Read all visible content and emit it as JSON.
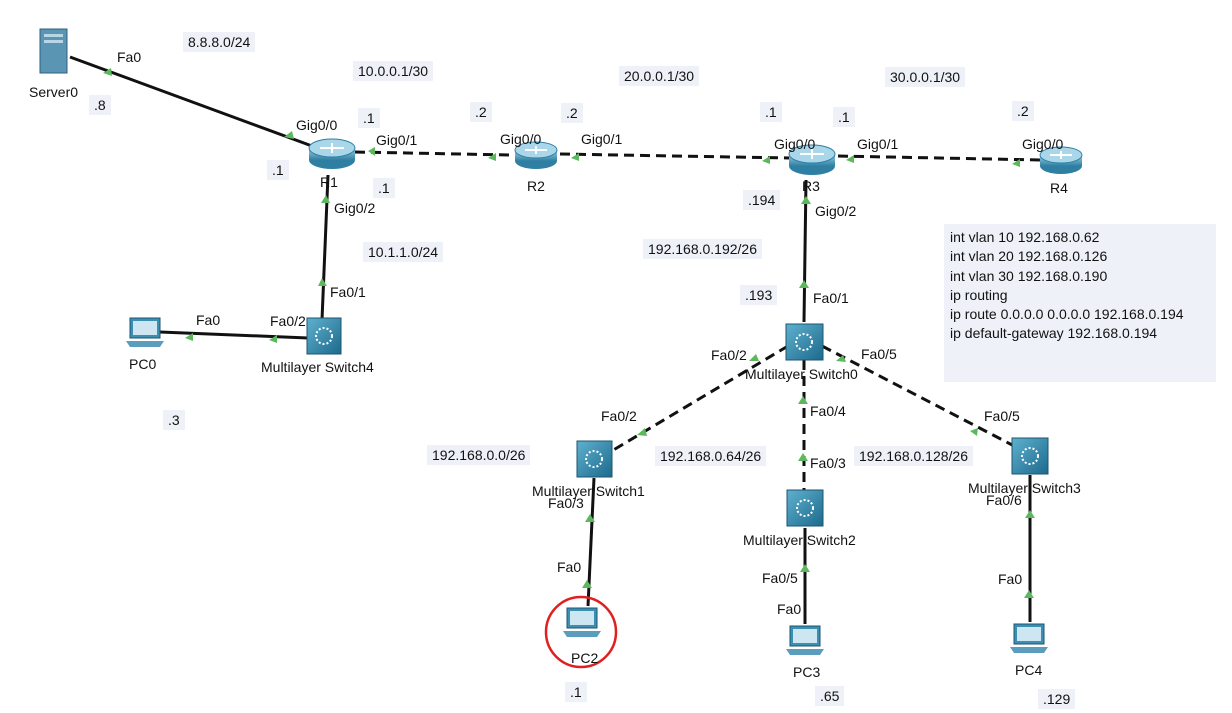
{
  "devices": {
    "server0": "Server0",
    "r1": "R1",
    "r2": "R2",
    "r3": "R3",
    "r4": "R4",
    "pc0": "PC0",
    "msw4": "Multilayer Switch4",
    "msw0": "Multilayer Switch0",
    "msw1": "Multilayer Switch1",
    "msw2": "Multilayer Switch2",
    "msw3": "Multilayer Switch3",
    "pc2": "PC2",
    "pc3": "PC3",
    "pc4": "PC4"
  },
  "subnets": {
    "internet": "8.8.8.0/24",
    "r1_r2": "10.0.0.1/30",
    "r2_r3": "20.0.0.1/30",
    "r3_r4": "30.0.0.1/30",
    "r1_msw4": "10.1.1.0/24",
    "r3_msw0": "192.168.0.192/26",
    "vlan10": "192.168.0.0/26",
    "vlan20": "192.168.0.64/26",
    "vlan30": "192.168.0.128/26"
  },
  "ports": {
    "server_fa0": "Fa0",
    "r1_g00": "Gig0/0",
    "r1_g01": "Gig0/1",
    "r1_g02": "Gig0/2",
    "r2_g00": "Gig0/0",
    "r2_g01": "Gig0/1",
    "r3_g00": "Gig0/0",
    "r3_g01": "Gig0/1",
    "r3_g02": "Gig0/2",
    "r4_g00": "Gig0/0",
    "msw4_fa01": "Fa0/1",
    "msw4_fa02": "Fa0/2",
    "pc0_fa0": "Fa0",
    "msw0_fa01": "Fa0/1",
    "msw0_fa02": "Fa0/2",
    "msw0_fa04": "Fa0/4",
    "msw0_fa05": "Fa0/5",
    "msw1_fa02": "Fa0/2",
    "msw1_fa03": "Fa0/3",
    "pc2_fa0": "Fa0",
    "msw2_fa03": "Fa0/3",
    "msw2_fa05": "Fa0/5",
    "pc3_fa0": "Fa0",
    "msw3_fa05": "Fa0/5",
    "msw3_fa06": "Fa0/6",
    "pc4_fa0": "Fa0"
  },
  "hosts": {
    "server": ".8",
    "r1_lan": ".1",
    "r1_g01": ".1",
    "r1_g02": ".1",
    "r2_g00": ".2",
    "r2_g01": ".2",
    "r3_g00": ".1",
    "r3_g01": ".1",
    "r3_g02": ".194",
    "r4_g00": ".2",
    "msw0_fa01": ".193",
    "pc0": ".3",
    "pc2": ".1",
    "pc3": ".65",
    "pc4": ".129"
  },
  "config": [
    "int vlan 10 192.168.0.62",
    "int vlan 20 192.168.0.126",
    "int vlan 30 192.168.0.190",
    "ip routing",
    "ip route 0.0.0.0 0.0.0.0 192.168.0.194",
    "ip default-gateway 192.168.0.194"
  ],
  "colors": {
    "link": "#111111",
    "port_up": "#5cb85c",
    "device_blue": "#3b8fb3",
    "highlight_circle": "#e02020"
  }
}
